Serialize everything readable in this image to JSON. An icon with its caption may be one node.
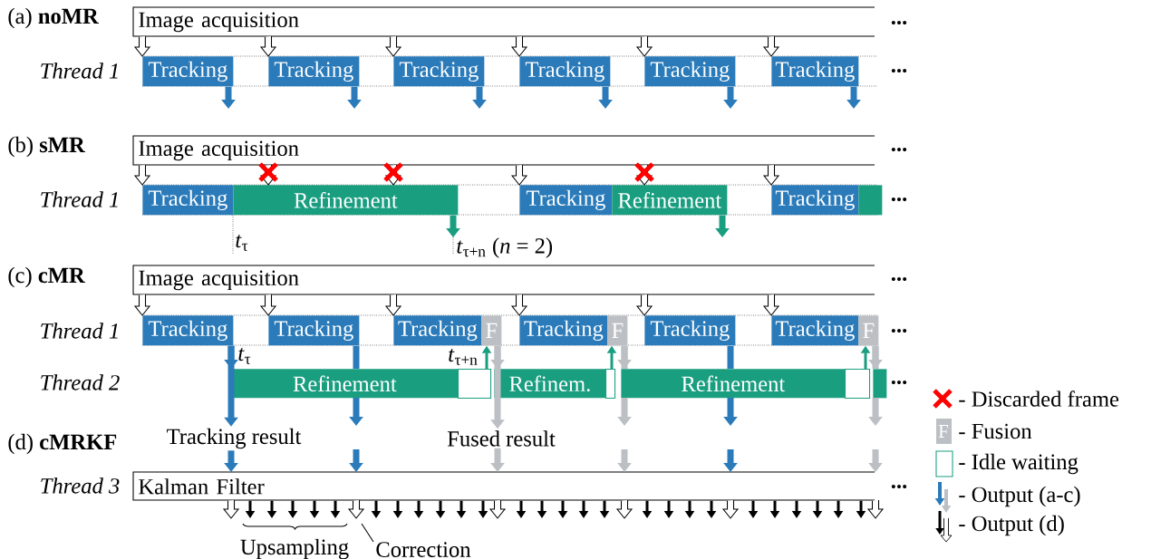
{
  "diagram": {
    "nodes": [
      {
        "text": [
          "Image acquisition"
        ]
      },
      {
        "text": [
          "Tracking"
        ]
      },
      {
        "text": [
          "Tracking"
        ]
      },
      {
        "text": [
          "Tracking"
        ]
      },
      {
        "text": [
          "Tracking"
        ]
      },
      {
        "text": [
          "Tracking"
        ]
      },
      {
        "text": [
          "Tracking"
        ]
      },
      {
        "text": [
          "Image acquisition"
        ]
      },
      {
        "text": [
          "Tracking"
        ]
      },
      {
        "text": [
          "Refinement"
        ]
      },
      {
        "text": [
          "Tracking"
        ]
      },
      {
        "text": [
          "Refinement"
        ]
      },
      {
        "text": [
          "Tracking"
        ]
      },
      {
        "text": [],
        "shape": "bar"
      },
      {
        "text": [
          "Image acquisition"
        ]
      },
      {
        "text": [
          "Tracking"
        ]
      },
      {
        "text": [
          "Tracking"
        ]
      },
      {
        "text": [
          "Tracking"
        ]
      },
      {
        "text": [
          "F"
        ]
      },
      {
        "text": [
          "Tracking"
        ]
      },
      {
        "text": [
          "F"
        ]
      },
      {
        "text": [
          "Tracking"
        ]
      },
      {
        "text": [
          "Tracking"
        ]
      },
      {
        "text": [
          "F"
        ]
      },
      {
        "text": [
          "Refinement"
        ]
      },
      {
        "text": [],
        "shape": "box"
      },
      {
        "text": [
          "Refinem."
        ]
      },
      {
        "text": [],
        "shape": "box"
      },
      {
        "text": [
          "Refinement"
        ]
      },
      {
        "text": [],
        "shape": "box"
      },
      {
        "text": [],
        "shape": "bar"
      },
      {
        "text": [
          "Kalman Filter"
        ]
      },
      {
        "text": [
          "Correction"
        ]
      },
      {
        "text": [
          "Tracking result"
        ]
      },
      {
        "text": [
          "Fused result"
        ]
      },
      {
        "text": [
          "*t*$_{τ+n}$ (*n* = 2)"
        ]
      }
    ],
    "edges": [
      {
        "from": 0,
        "to": 1,
        "arrow": "to"
      },
      {
        "from": 0,
        "to": 2,
        "arrow": "to"
      },
      {
        "from": 0,
        "to": 3,
        "arrow": "to"
      },
      {
        "from": 0,
        "to": 4,
        "arrow": "to"
      },
      {
        "from": 0,
        "to": 5,
        "arrow": "to"
      },
      {
        "from": 0,
        "to": 6,
        "arrow": "to"
      },
      {
        "from": 1,
        "to": null,
        "arrow": "to",
        "style": "thick",
        "color": "#2b7bba"
      },
      {
        "from": 2,
        "to": null,
        "arrow": "to",
        "style": "thick",
        "color": "#2b7bba"
      },
      {
        "from": 3,
        "to": null,
        "arrow": "to",
        "style": "thick",
        "color": "#2b7bba"
      },
      {
        "from": 4,
        "to": null,
        "arrow": "to",
        "style": "thick",
        "color": "#2b7bba"
      },
      {
        "from": 5,
        "to": null,
        "arrow": "to",
        "style": "thick",
        "color": "#2b7bba"
      },
      {
        "from": 6,
        "to": null,
        "arrow": "to",
        "style": "thick",
        "color": "#2b7bba"
      },
      {
        "from": 7,
        "to": 8,
        "arrow": "to"
      },
      {
        "from": 7,
        "to": 9,
        "arrow": "to"
      },
      {
        "from": 7,
        "to": 9,
        "arrow": "to"
      },
      {
        "from": 7,
        "to": 10,
        "arrow": "to"
      },
      {
        "from": 7,
        "to": 11,
        "arrow": "to"
      },
      {
        "from": 7,
        "to": 12,
        "arrow": "to"
      },
      {
        "from": 9,
        "to": 35,
        "arrow": "to",
        "style": "thick",
        "color": "#1a9e80"
      },
      {
        "from": 11,
        "to": null,
        "arrow": "to",
        "style": "thick",
        "color": "#1a9e80"
      },
      {
        "from": 14,
        "to": 15,
        "arrow": "to"
      },
      {
        "from": 14,
        "to": 16,
        "arrow": "to"
      },
      {
        "from": 14,
        "to": 17,
        "arrow": "to"
      },
      {
        "from": 14,
        "to": 19,
        "arrow": "to"
      },
      {
        "from": 14,
        "to": 21,
        "arrow": "to"
      },
      {
        "from": 14,
        "to": 22,
        "arrow": "to"
      },
      {
        "from": 15,
        "to": 24,
        "arrow": "to",
        "style": "thick",
        "color": "#2b7bba"
      },
      {
        "from": 15,
        "to": 33,
        "arrow": "to",
        "style": "thick",
        "color": "#2b7bba"
      },
      {
        "from": 16,
        "to": null,
        "arrow": "to",
        "style": "thick",
        "color": "#2b7bba"
      },
      {
        "from": 25,
        "to": 18,
        "arrow": "to",
        "color": "#1a9e80"
      },
      {
        "from": 18,
        "to": 26,
        "arrow": "to",
        "style": "thick",
        "color": "#bcbfc4"
      },
      {
        "from": 18,
        "to": 34,
        "arrow": "to",
        "style": "thick",
        "color": "#bcbfc4"
      },
      {
        "from": 27,
        "to": 20,
        "arrow": "to",
        "color": "#1a9e80"
      },
      {
        "from": 20,
        "to": 28,
        "arrow": "to",
        "style": "thick",
        "color": "#bcbfc4"
      },
      {
        "from": 20,
        "to": null,
        "arrow": "to",
        "style": "thick",
        "color": "#bcbfc4"
      },
      {
        "from": 21,
        "to": null,
        "arrow": "to",
        "style": "thick",
        "color": "#2b7bba"
      },
      {
        "from": 29,
        "to": 23,
        "arrow": "to",
        "color": "#1a9e80"
      },
      {
        "from": 23,
        "to": 30,
        "arrow": "to",
        "style": "thick",
        "color": "#bcbfc4"
      },
      {
        "from": 23,
        "to": null,
        "arrow": "to",
        "style": "thick",
        "color": "#bcbfc4"
      },
      {
        "from": 33,
        "to": 31,
        "arrow": "to",
        "style": "thick",
        "color": "#2b7bba"
      },
      {
        "from": null,
        "to": 31,
        "arrow": "to",
        "style": "thick",
        "color": "#2b7bba"
      },
      {
        "from": 34,
        "to": 31,
        "arrow": "to",
        "style": "thick",
        "color": "#bcbfc4"
      },
      {
        "from": null,
        "to": 31,
        "arrow": "to",
        "style": "thick",
        "color": "#bcbfc4"
      },
      {
        "from": null,
        "to": 31,
        "arrow": "to",
        "style": "thick",
        "color": "#2b7bba"
      },
      {
        "from": null,
        "to": 31,
        "arrow": "to",
        "style": "thick",
        "color": "#bcbfc4"
      },
      {
        "from": 31,
        "to": null,
        "arrow": "to"
      },
      {
        "from": 31,
        "to": null,
        "arrow": "to"
      },
      {
        "from": 31,
        "to": null,
        "arrow": "to"
      },
      {
        "from": 31,
        "to": null,
        "arrow": "to"
      },
      {
        "from": 31,
        "to": null,
        "arrow": "to"
      },
      {
        "from": 31,
        "to": null,
        "arrow": "to"
      },
      {
        "from": 31,
        "to": null,
        "arrow": "to"
      },
      {
        "from": 31,
        "to": null,
        "arrow": "to"
      },
      {
        "from": 31,
        "to": null,
        "arrow": "to"
      },
      {
        "from": 31,
        "to": null,
        "arrow": "to"
      },
      {
        "from": 31,
        "to": null,
        "arrow": "to"
      },
      {
        "from": 31,
        "to": null,
        "arrow": "to"
      },
      {
        "from": 31,
        "to": null,
        "arrow": "to"
      },
      {
        "from": 31,
        "to": null,
        "arrow": "to"
      },
      {
        "from": 31,
        "to": null,
        "arrow": "to"
      },
      {
        "from": 31,
        "to": null,
        "arrow": "to"
      },
      {
        "from": 31,
        "to": null,
        "arrow": "to"
      },
      {
        "from": 31,
        "to": null,
        "arrow": "to"
      },
      {
        "from": 31,
        "to": null,
        "arrow": "to"
      },
      {
        "from": 31,
        "to": null,
        "arrow": "to"
      },
      {
        "from": 31,
        "to": null,
        "arrow": "to"
      },
      {
        "from": 31,
        "to": null,
        "arrow": "to"
      },
      {
        "from": 31,
        "to": null,
        "arrow": "to"
      },
      {
        "from": 31,
        "to": null,
        "arrow": "to"
      },
      {
        "from": 31,
        "to": null,
        "arrow": "to"
      },
      {
        "from": 31,
        "to": null,
        "arrow": "to"
      },
      {
        "from": 31,
        "to": null,
        "arrow": "to"
      },
      {
        "from": 31,
        "to": null,
        "arrow": "to"
      },
      {
        "from": 31,
        "to": null,
        "arrow": "to"
      },
      {
        "from": 31,
        "to": null,
        "arrow": "to"
      },
      {
        "from": 31,
        "to": null,
        "arrow": "to"
      },
      {
        "from": 31,
        "to": null,
        "arrow": "to"
      },
      {
        "from": 32,
        "to": null,
        "arrow": "none"
      }
    ],
    "labels": [
      "(a) **noMR**",
      "Thread 1",
      "...",
      "...",
      "(b) **sMR**",
      "Thread 1",
      "...",
      "...",
      "*t*$_{τ}$",
      "(c) **cMR**",
      "...",
      "Thread 1",
      "...",
      "*t*$_{τ}$",
      "*t*$_{τ+n}$",
      "Thread 2",
      "...",
      "(d) **cMRKF**",
      "Thread 3",
      "...",
      "Upsampling",
      "F"
    ],
    "legend": [
      {
        "text": "- Discarded frame"
      },
      {
        "text": "- Fusion",
        "color": "#bcbfc4"
      },
      {
        "text": "- Idle waiting"
      },
      {
        "text": "- Output (a-c)"
      },
      {
        "text": "- Output (d)"
      }
    ]
  }
}
